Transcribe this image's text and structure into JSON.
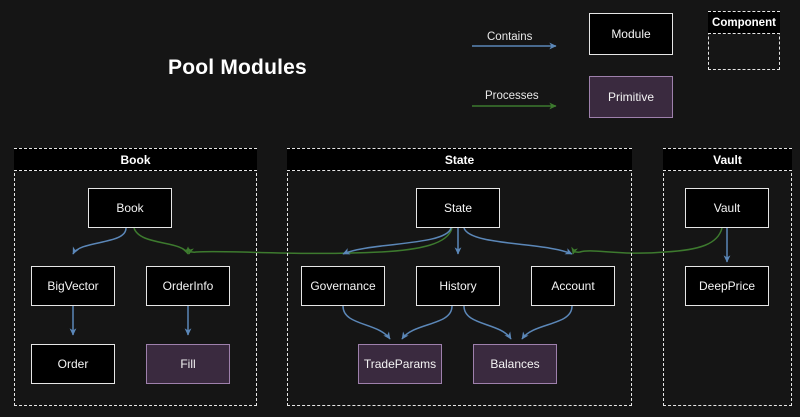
{
  "page": {
    "title": "Pool Modules",
    "background_color": "#151515"
  },
  "legend": {
    "edges": [
      {
        "name": "contains",
        "label": "Contains",
        "color": "#5b87b8"
      },
      {
        "name": "processes",
        "label": "Processes",
        "color": "#3d7a2e"
      }
    ],
    "nodes": [
      {
        "name": "module",
        "label": "Module",
        "kind": "module",
        "fill": "#000000",
        "stroke": "#e6e6e6"
      },
      {
        "name": "primitive",
        "label": "Primitive",
        "kind": "primitive",
        "fill": "#3a2a3f",
        "stroke": "#9e80ac"
      }
    ],
    "component": {
      "label": "Component"
    }
  },
  "groups": [
    {
      "name": "book",
      "label": "Book"
    },
    {
      "name": "state",
      "label": "State"
    },
    {
      "name": "vault",
      "label": "Vault"
    }
  ],
  "nodes": {
    "book": "Book",
    "bigvector": "BigVector",
    "orderinfo": "OrderInfo",
    "order": "Order",
    "fill": "Fill",
    "state": "State",
    "governance": "Governance",
    "history": "History",
    "account": "Account",
    "tradeparams": "TradeParams",
    "balances": "Balances",
    "vault": "Vault",
    "deepprice": "DeepPrice"
  },
  "edges": [
    {
      "from": "Book",
      "to": "BigVector",
      "type": "Contains"
    },
    {
      "from": "Book",
      "to": "OrderInfo",
      "type": "Contains"
    },
    {
      "from": "BigVector",
      "to": "Order",
      "type": "Contains"
    },
    {
      "from": "OrderInfo",
      "to": "Fill",
      "type": "Contains"
    },
    {
      "from": "State",
      "to": "OrderInfo",
      "type": "Processes"
    },
    {
      "from": "State",
      "to": "Governance",
      "type": "Contains"
    },
    {
      "from": "State",
      "to": "History",
      "type": "Contains"
    },
    {
      "from": "State",
      "to": "Account",
      "type": "Contains"
    },
    {
      "from": "Governance",
      "to": "TradeParams",
      "type": "Contains"
    },
    {
      "from": "History",
      "to": "TradeParams",
      "type": "Contains"
    },
    {
      "from": "History",
      "to": "Balances",
      "type": "Contains"
    },
    {
      "from": "Account",
      "to": "Balances",
      "type": "Contains"
    },
    {
      "from": "Vault",
      "to": "Account",
      "type": "Processes"
    },
    {
      "from": "Vault",
      "to": "DeepPrice",
      "type": "Contains"
    }
  ]
}
